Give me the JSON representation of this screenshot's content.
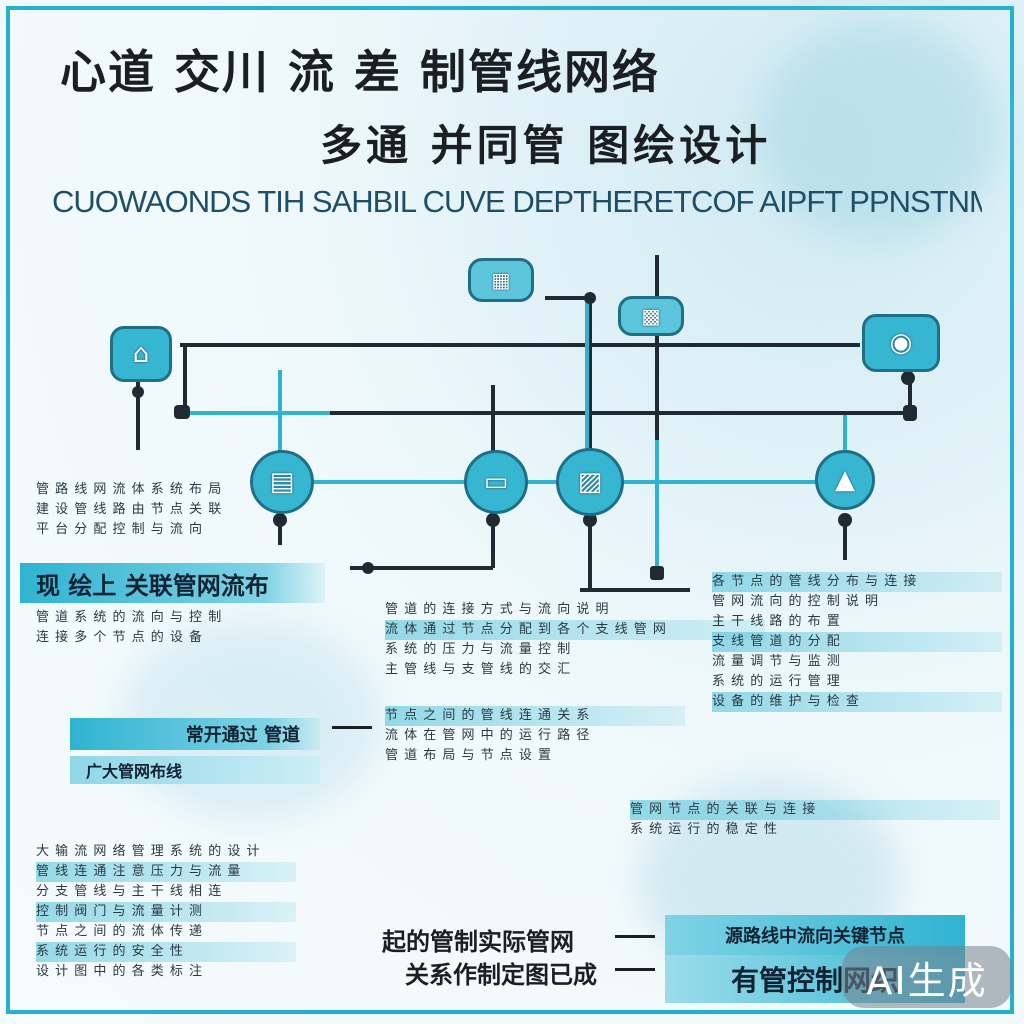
{
  "header": {
    "title_line1": "心道 交川 流 差 制管线网络",
    "title_line2": "多通 并同管 图绘设计",
    "subtitle": "CUOWAONDS TIH SAHBIL CUVE DEPTHERETCOF AIPFT PPNSTNMPCOGES"
  },
  "banners": {
    "left_main": "现 绘上 关联管网流布",
    "left_sub1": "常开通过 管道",
    "left_sub2": "广大管网布线",
    "bottom_right_top": "源路线中流向关键节点",
    "bottom_right_main": "有管控制网织"
  },
  "captions": {
    "bottom_line1": "起的管制实际管网",
    "bottom_line2": "关系作制定图已成"
  },
  "text_blocks": {
    "left_top": [
      "管 路 线 网 流 体 系 统 布 局",
      "建 设 管 线 路 由 节 点 关 联",
      "平 台 分 配 控 制 与 流 向"
    ],
    "left_mid": [
      "管 道 系 统 的 流 向 与 控 制",
      "连 接 多 个 节 点 的 设 备"
    ],
    "left_bottom": [
      "大 输 流 网 络 管 理 系 统 的 设 计",
      "管 线 连 通 注 意 压 力 与 流 量",
      "分 支 管 线 与 主 干 线 相 连",
      "控 制 阀 门 与 流 量 计 测",
      "节 点 之 间 的 流 体 传 递",
      "系 统 运 行 的 安 全 性",
      "设 计 图 中 的 各 类 标 注"
    ],
    "center_mid": [
      "管 道 的 连 接 方 式 与 流 向 说 明",
      "流 体 通 过 节 点 分 配 到 各 个 支 线 管 网",
      "系 统 的 压 力 与 流 量 控 制",
      "主 管 线 与 支 管 线 的 交 汇"
    ],
    "center_low": [
      "节 点 之 间 的 管 线 连 通 关 系",
      "流 体 在 管 网 中 的 运 行 路 径",
      "管 道 布 局 与 节 点 设 置"
    ],
    "right_mid": [
      "各 节 点 的 管 线 分 布 与 连 接",
      "管 网 流 向 的 控 制 说 明",
      "主 干 线 路 的 布 置",
      "支 线 管 道 的 分 配",
      "流 量 调 节 与 监 测",
      "系 统 的 运 行 管 理",
      "设 备 的 维 护 与 检 查"
    ],
    "right_low": [
      "管 网 节 点 的 关 联 与 连 接",
      "系 统 运 行 的 稳 定 性"
    ]
  },
  "watermark": "AI生成",
  "colors": {
    "accent": "#37b6d2",
    "line": "#1b1f23",
    "border": "#26b0cf"
  },
  "icons": [
    "house-icon",
    "ticket-icon",
    "printer-icon",
    "camera-icon",
    "bus-icon",
    "laptop-icon",
    "shop-icon",
    "factory-icon"
  ]
}
